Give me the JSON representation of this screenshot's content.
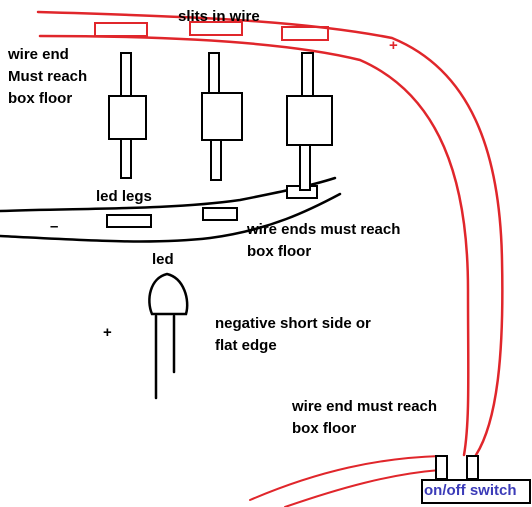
{
  "labels": {
    "slits": "slits in wire",
    "wire_end_1": "wire end",
    "wire_end_2": "Must reach",
    "wire_end_3": "box floor",
    "led_legs": "led legs",
    "wire_ends_1": "wire ends must reach",
    "wire_ends_2": "box floor",
    "led": "led",
    "negative_1": "negative short side or",
    "negative_2": "flat edge",
    "wire_end_switch_1": "wire end must reach",
    "wire_end_switch_2": "box floor",
    "switch": "on/off switch"
  },
  "symbols": {
    "positive_wire": "+",
    "negative_wire": "–",
    "led_positive": "+"
  },
  "colors": {
    "positive_wire": "#e0262b",
    "ink": "#000000",
    "switch_label": "#3b3bb8"
  }
}
